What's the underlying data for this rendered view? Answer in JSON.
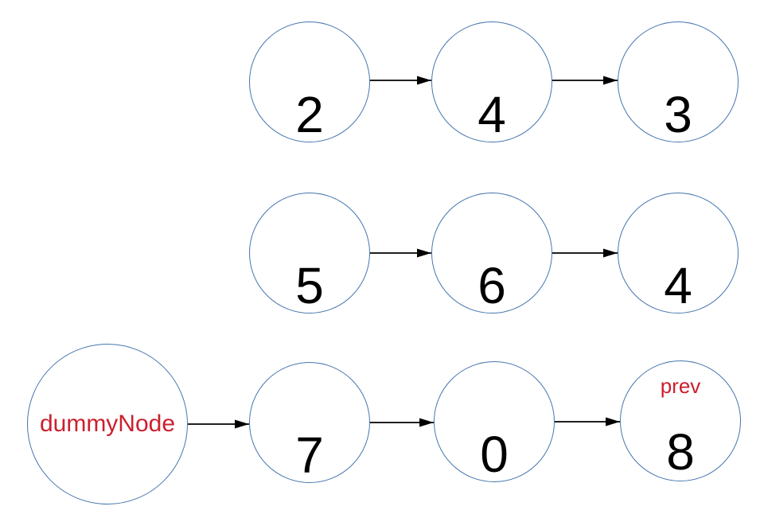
{
  "diagram": {
    "description": "singly linked list diagram with three rows",
    "lists": [
      {
        "nodes": [
          {
            "label": "2"
          },
          {
            "label": "4"
          },
          {
            "label": "3"
          }
        ]
      },
      {
        "nodes": [
          {
            "label": "5"
          },
          {
            "label": "6"
          },
          {
            "label": "4"
          }
        ]
      },
      {
        "nodes": [
          {
            "label": "dummyNode"
          },
          {
            "label": "7"
          },
          {
            "label": "0"
          },
          {
            "label": "8",
            "pointer": "prev"
          }
        ]
      }
    ],
    "colors": {
      "node_stroke": "#4676af",
      "highlight_text": "#cc1f2d",
      "value_text": "#000000",
      "arrow": "#000000",
      "background": "#ffffff"
    }
  }
}
